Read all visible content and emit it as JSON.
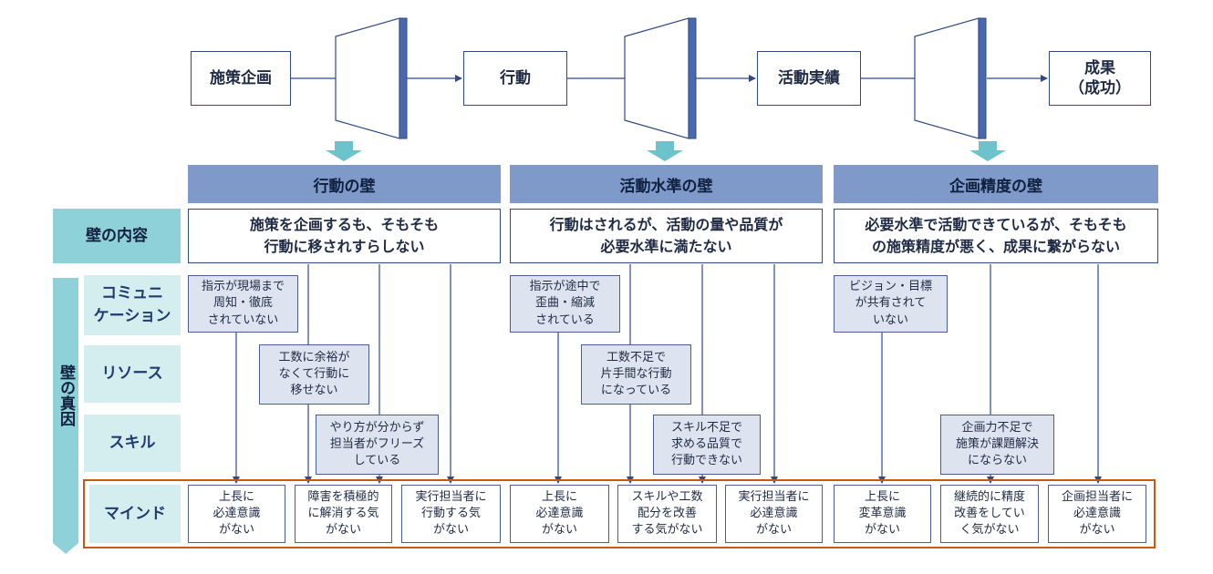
{
  "flow": {
    "steps": [
      "施策企画",
      "行動",
      "活動実績",
      "成果\n（成功）"
    ]
  },
  "walls": [
    {
      "title": "行動の壁",
      "content": "施策を企画するも、そもそも\n行動に移されすらしない",
      "causes": [
        "指示が現場まで\n周知・徹底\nされていない",
        "工数に余裕が\nなくて行動に\n移せない",
        "やり方が分からず\n担当者がフリーズ\nしている"
      ],
      "mindsets": [
        "上長に\n必達意識\nがない",
        "障害を積極的\nに解消する気\nがない",
        "実行担当者に\n行動する気\nがない"
      ]
    },
    {
      "title": "活動水準の壁",
      "content": "行動はされるが、活動の量や品質が\n必要水準に満たない",
      "causes": [
        "指示が途中で\n歪曲・縮減\nされている",
        "工数不足で\n片手間な行動\nになっている",
        "スキル不足で\n求める品質で\n行動できない"
      ],
      "mindsets": [
        "上長に\n必達意識\nがない",
        "スキルや工数\n配分を改善\nする気がない",
        "実行担当者に\n必達意識\nがない"
      ]
    },
    {
      "title": "企画精度の壁",
      "content": "必要水準で活動できているが、そもそも\nの施策精度が悪く、成果に繋がらない",
      "causes": [
        "ビジョン・目標\nが共有されて\nいない",
        "企画力不足で\n施策が課題解決\nにならない"
      ],
      "mindsets": [
        "上長に\n変革意識\nがない",
        "継続的に精度\n改善をしてい\nく気がない",
        "企画担当者に\n必達意識\nがない"
      ]
    }
  ],
  "rows": {
    "content_label": "壁の内容",
    "cause_group_label": "壁の真因",
    "communication": "コミュニ\nケーション",
    "resource": "リソース",
    "skill": "スキル",
    "mind": "マインド"
  },
  "colors": {
    "navy": "#2e4a8a",
    "wall_header": "#7f99c9",
    "teal": "#8fd1d8",
    "teal_light": "#d4eef0",
    "cause_fill": "#dde4f0",
    "mind_frame": "#c55a11"
  }
}
